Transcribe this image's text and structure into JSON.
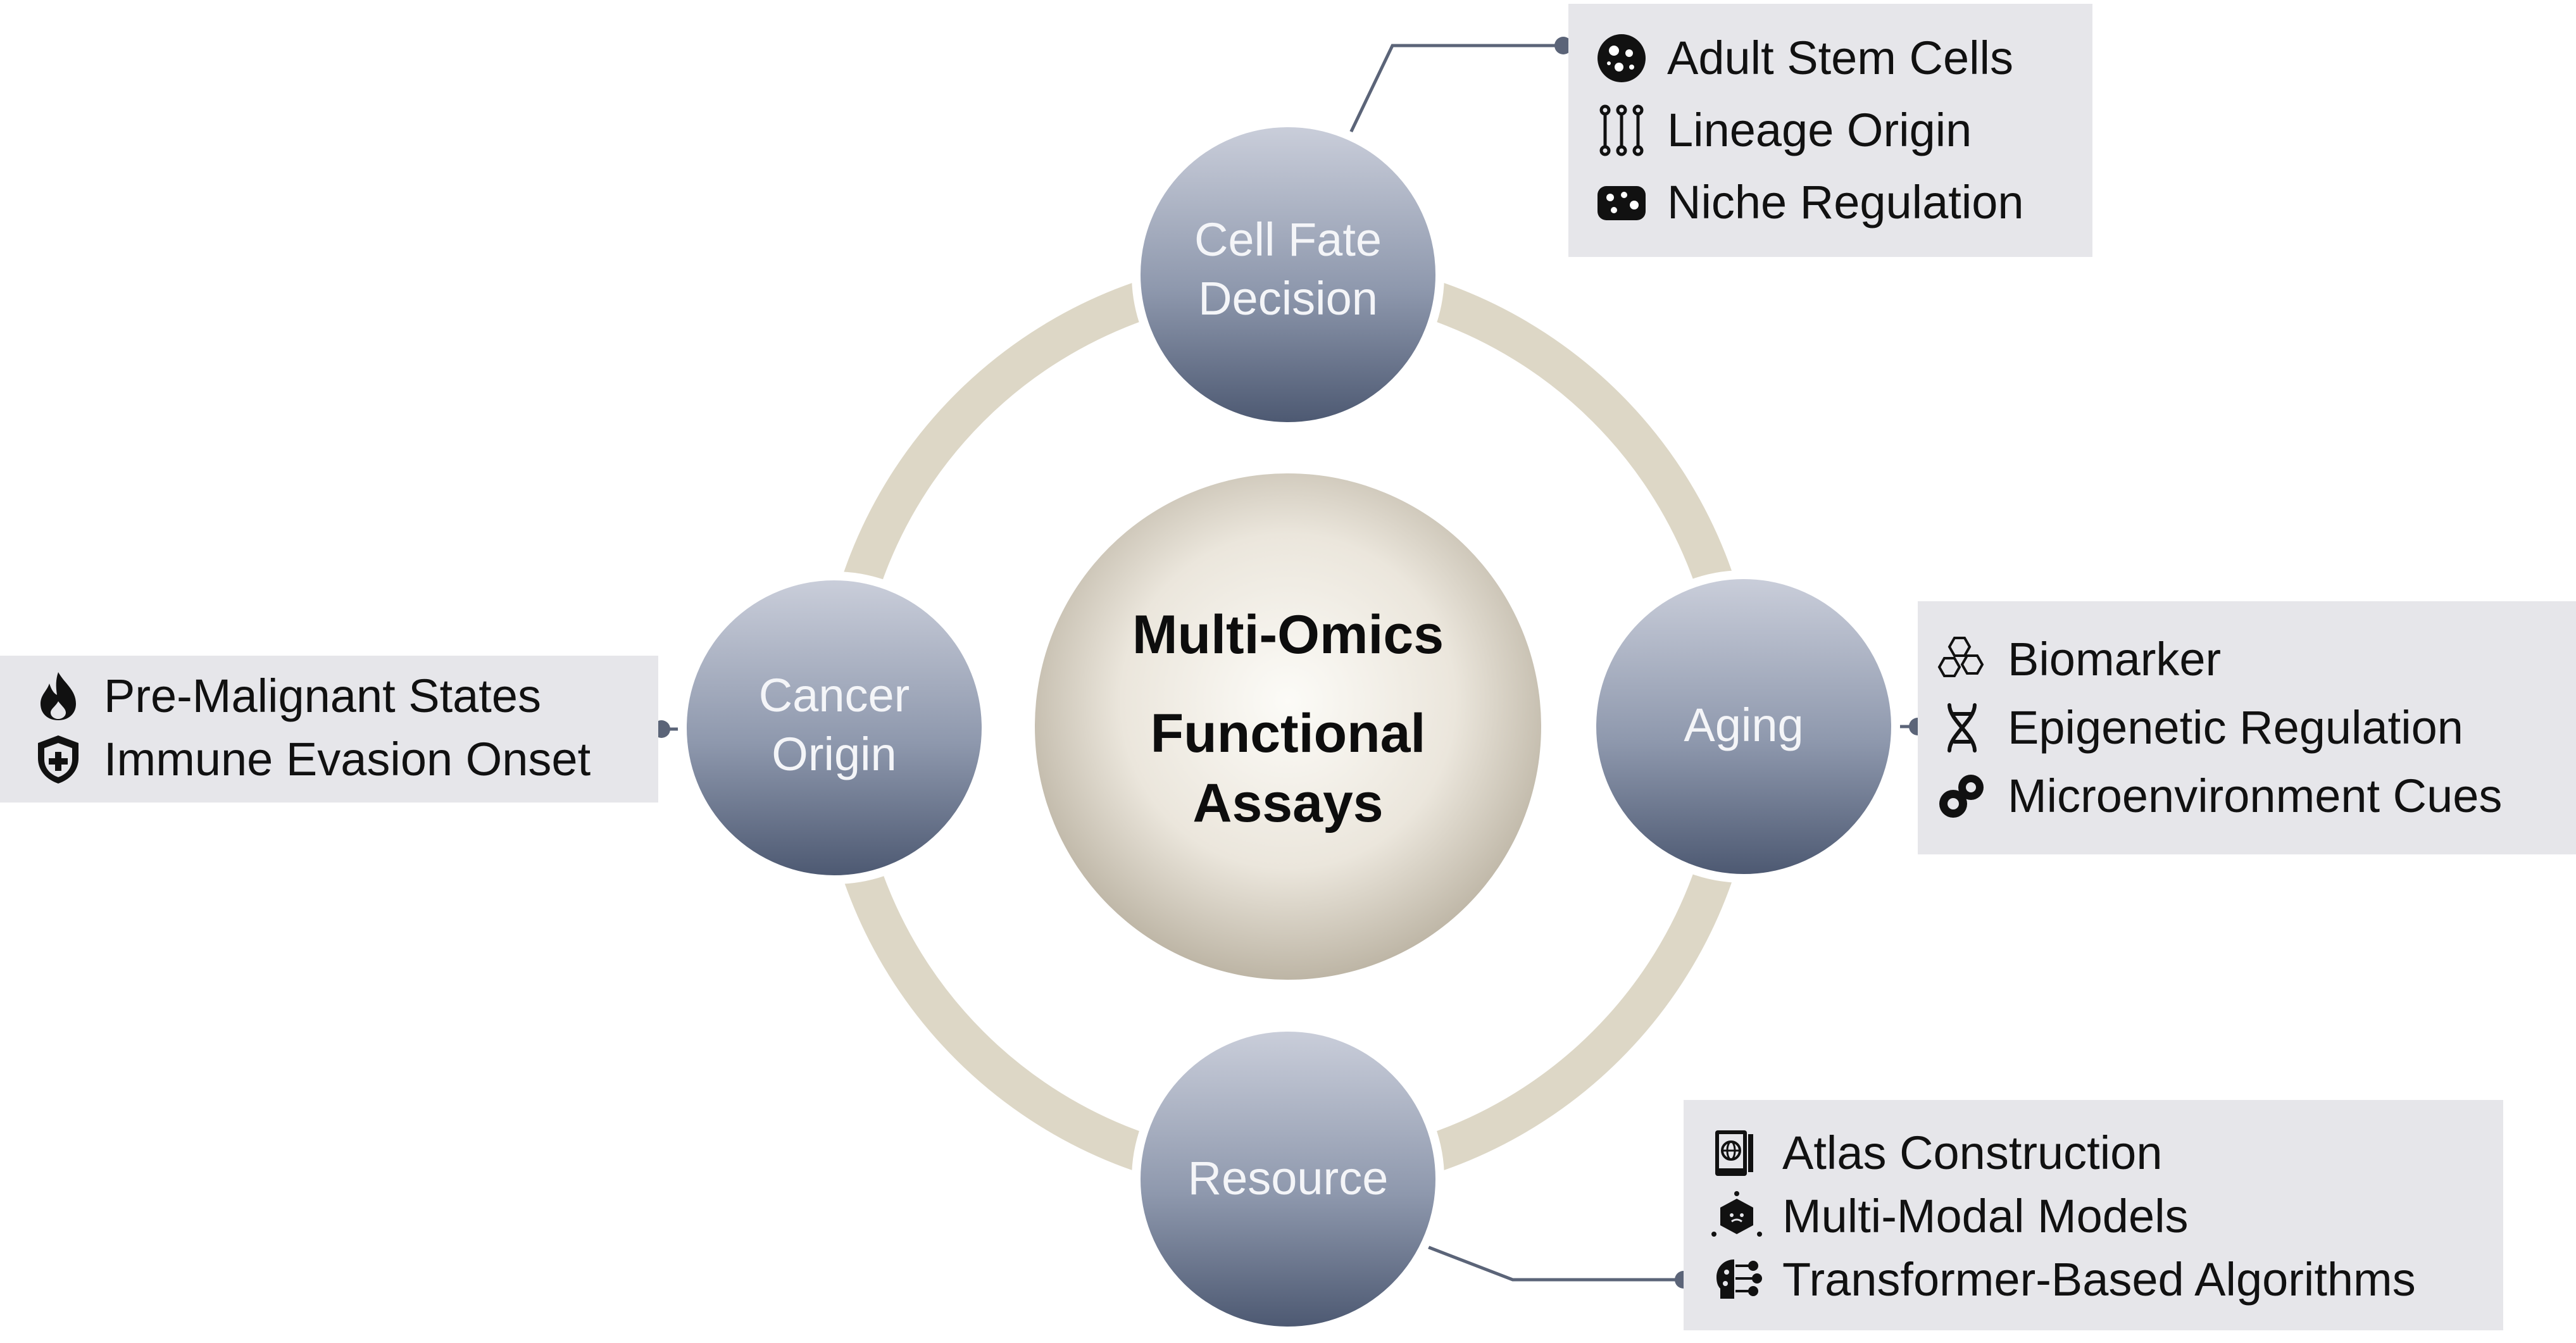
{
  "center": {
    "line1": "Multi-Omics",
    "line2": "Functional",
    "line3": "Assays"
  },
  "nodes": {
    "top": {
      "line1": "Cell Fate",
      "line2": "Decision"
    },
    "left": {
      "line1": "Cancer",
      "line2": "Origin"
    },
    "right": {
      "line1": "Aging"
    },
    "bottom": {
      "line1": "Resource"
    }
  },
  "boxes": {
    "top": [
      {
        "icon": "stem-cell-icon",
        "label": "Adult Stem Cells"
      },
      {
        "icon": "lineage-tree-icon",
        "label": "Lineage Origin"
      },
      {
        "icon": "niche-tissue-icon",
        "label": "Niche Regulation"
      }
    ],
    "right": [
      {
        "icon": "molecule-icon",
        "label": "Biomarker"
      },
      {
        "icon": "dna-icon",
        "label": "Epigenetic Regulation"
      },
      {
        "icon": "linked-circles-icon",
        "label": "Microenvironment Cues"
      }
    ],
    "left": [
      {
        "icon": "flame-icon",
        "label": "Pre-Malignant States"
      },
      {
        "icon": "shield-plus-icon",
        "label": "Immune Evasion Onset"
      }
    ],
    "bottom": [
      {
        "icon": "atlas-book-icon",
        "label": "Atlas Construction"
      },
      {
        "icon": "cube-network-icon",
        "label": "Multi-Modal Models"
      },
      {
        "icon": "ai-brain-icon",
        "label": "Transformer-Based Algorithms"
      }
    ]
  },
  "colors": {
    "ring": "#ded8c8",
    "node_top": "#c8ccd8",
    "node_bottom": "#4d5a72",
    "center_light": "#fbfaf6",
    "center_dark": "#bdb5a6",
    "box_bg": "#e6e6ea",
    "connector": "#5b6478"
  }
}
